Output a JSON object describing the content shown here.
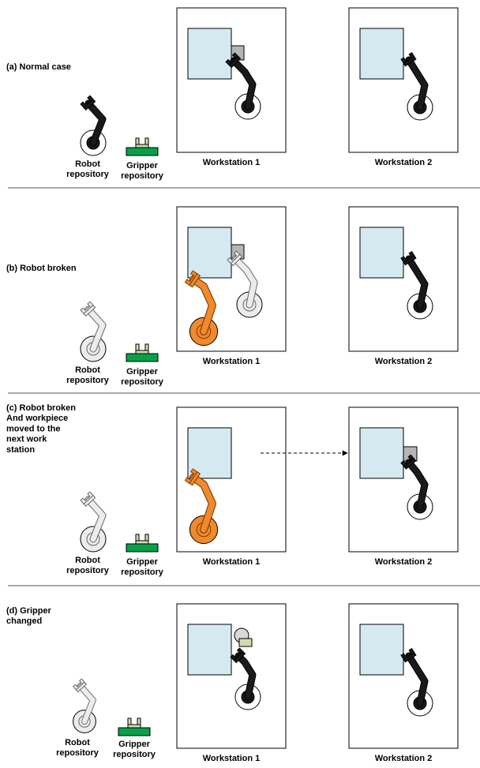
{
  "panels": [
    {
      "caption": "(a) Normal case",
      "robot_repository_label": [
        "Robot",
        "repository"
      ],
      "gripper_repository_label": [
        "Gripper",
        "repository"
      ],
      "workstation_1_label": "Workstation 1",
      "workstation_2_label": "Workstation 2"
    },
    {
      "caption": "(b) Robot broken",
      "robot_repository_label": [
        "Robot",
        "repository"
      ],
      "gripper_repository_label": [
        "Gripper",
        "repository"
      ],
      "workstation_1_label": "Workstation 1",
      "workstation_2_label": "Workstation 2"
    },
    {
      "caption": [
        "(c) Robot broken",
        "And workpiece",
        "moved to the",
        "next work",
        "station"
      ],
      "robot_repository_label": [
        "Robot",
        "repository"
      ],
      "gripper_repository_label": [
        "Gripper",
        "repository"
      ],
      "workstation_1_label": "Workstation 1",
      "workstation_2_label": "Workstation 2"
    },
    {
      "caption": [
        "(d) Gripper",
        "changed"
      ],
      "robot_repository_label": [
        "Robot",
        "repository"
      ],
      "gripper_repository_label": [
        "Gripper",
        "repository"
      ],
      "workstation_1_label": "Workstation 1",
      "workstation_2_label": "Workstation 2"
    }
  ],
  "colors": {
    "workpiece": "#d5e9f0",
    "robot_active": "#1a1a1a",
    "robot_broken": "#ececec",
    "robot_replacement": "#f08a2c",
    "gripper_repo": "#0aa04a",
    "gripper_block": "#b5b5b5",
    "alt_gripper": "#d4d9b0",
    "divider": "#555555"
  }
}
